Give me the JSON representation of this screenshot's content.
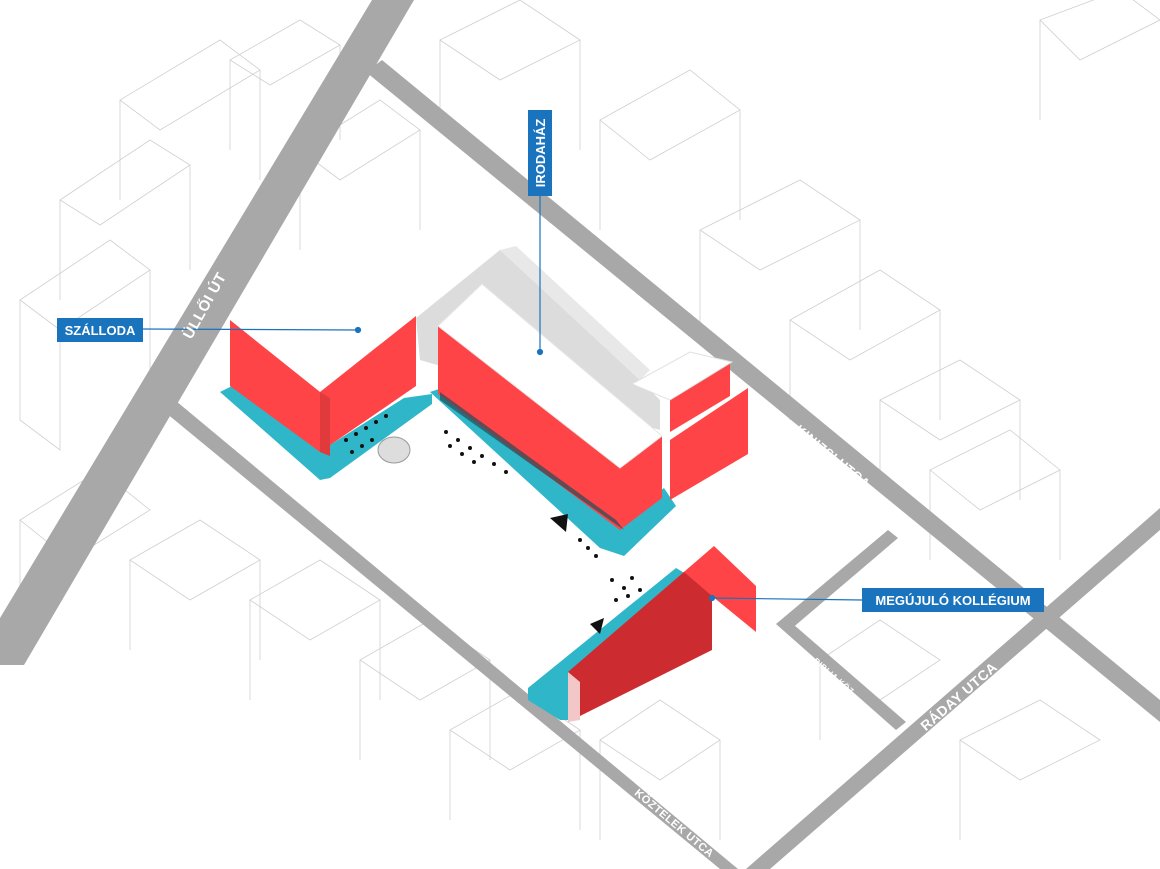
{
  "callouts": {
    "hotel": "SZÁLLODA",
    "office": "IRODAHÁZ",
    "dormitory": "MEGÚJULÓ KOLLÉGIUM"
  },
  "streets": {
    "ulloi": "ÜLLŐI ÚT",
    "kinizsi": "KINIZSI UTCA",
    "raday": "RÁDAY UTCA",
    "biblia": "BIBLIA KÖZ",
    "koztelek": "KÖZTELEK UTCA"
  },
  "colors": {
    "road": "#a8a8a8",
    "building_red": "#ff4447",
    "building_red_dark": "#cc2c30",
    "plinth_cyan": "#2fb6c9",
    "callout_blue": "#1a73bd",
    "existing_building": "#dcdcdc"
  }
}
